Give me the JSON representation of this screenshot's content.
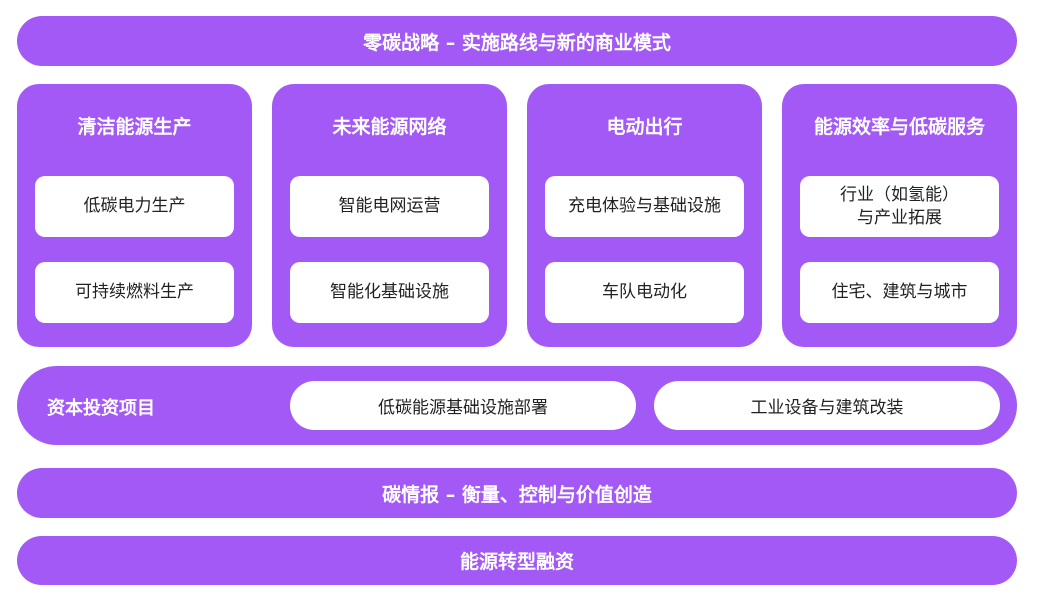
{
  "title": "零碳战略 – 实施路线与新的商业模式",
  "columns": [
    {
      "title": "清洁能源生产",
      "items": [
        "低碳电力生产",
        "可持续燃料生产"
      ]
    },
    {
      "title": "未来能源网络",
      "items": [
        "智能电网运营",
        "智能化基础设施"
      ]
    },
    {
      "title": "电动出行",
      "items": [
        "充电体验与基础设施",
        "车队电动化"
      ]
    },
    {
      "title": "能源效率与低碳服务",
      "items": [
        "行业（如氢能）\n与产业拓展",
        "住宅、建筑与城市"
      ]
    }
  ],
  "capital": {
    "label": "资本投资项目",
    "items": [
      "低碳能源基础设施部署",
      "工业设备与建筑改装"
    ]
  },
  "intel": "碳情报 – 衡量、控制与价值创造",
  "finance": "能源转型融资",
  "accent": "#a259f6"
}
